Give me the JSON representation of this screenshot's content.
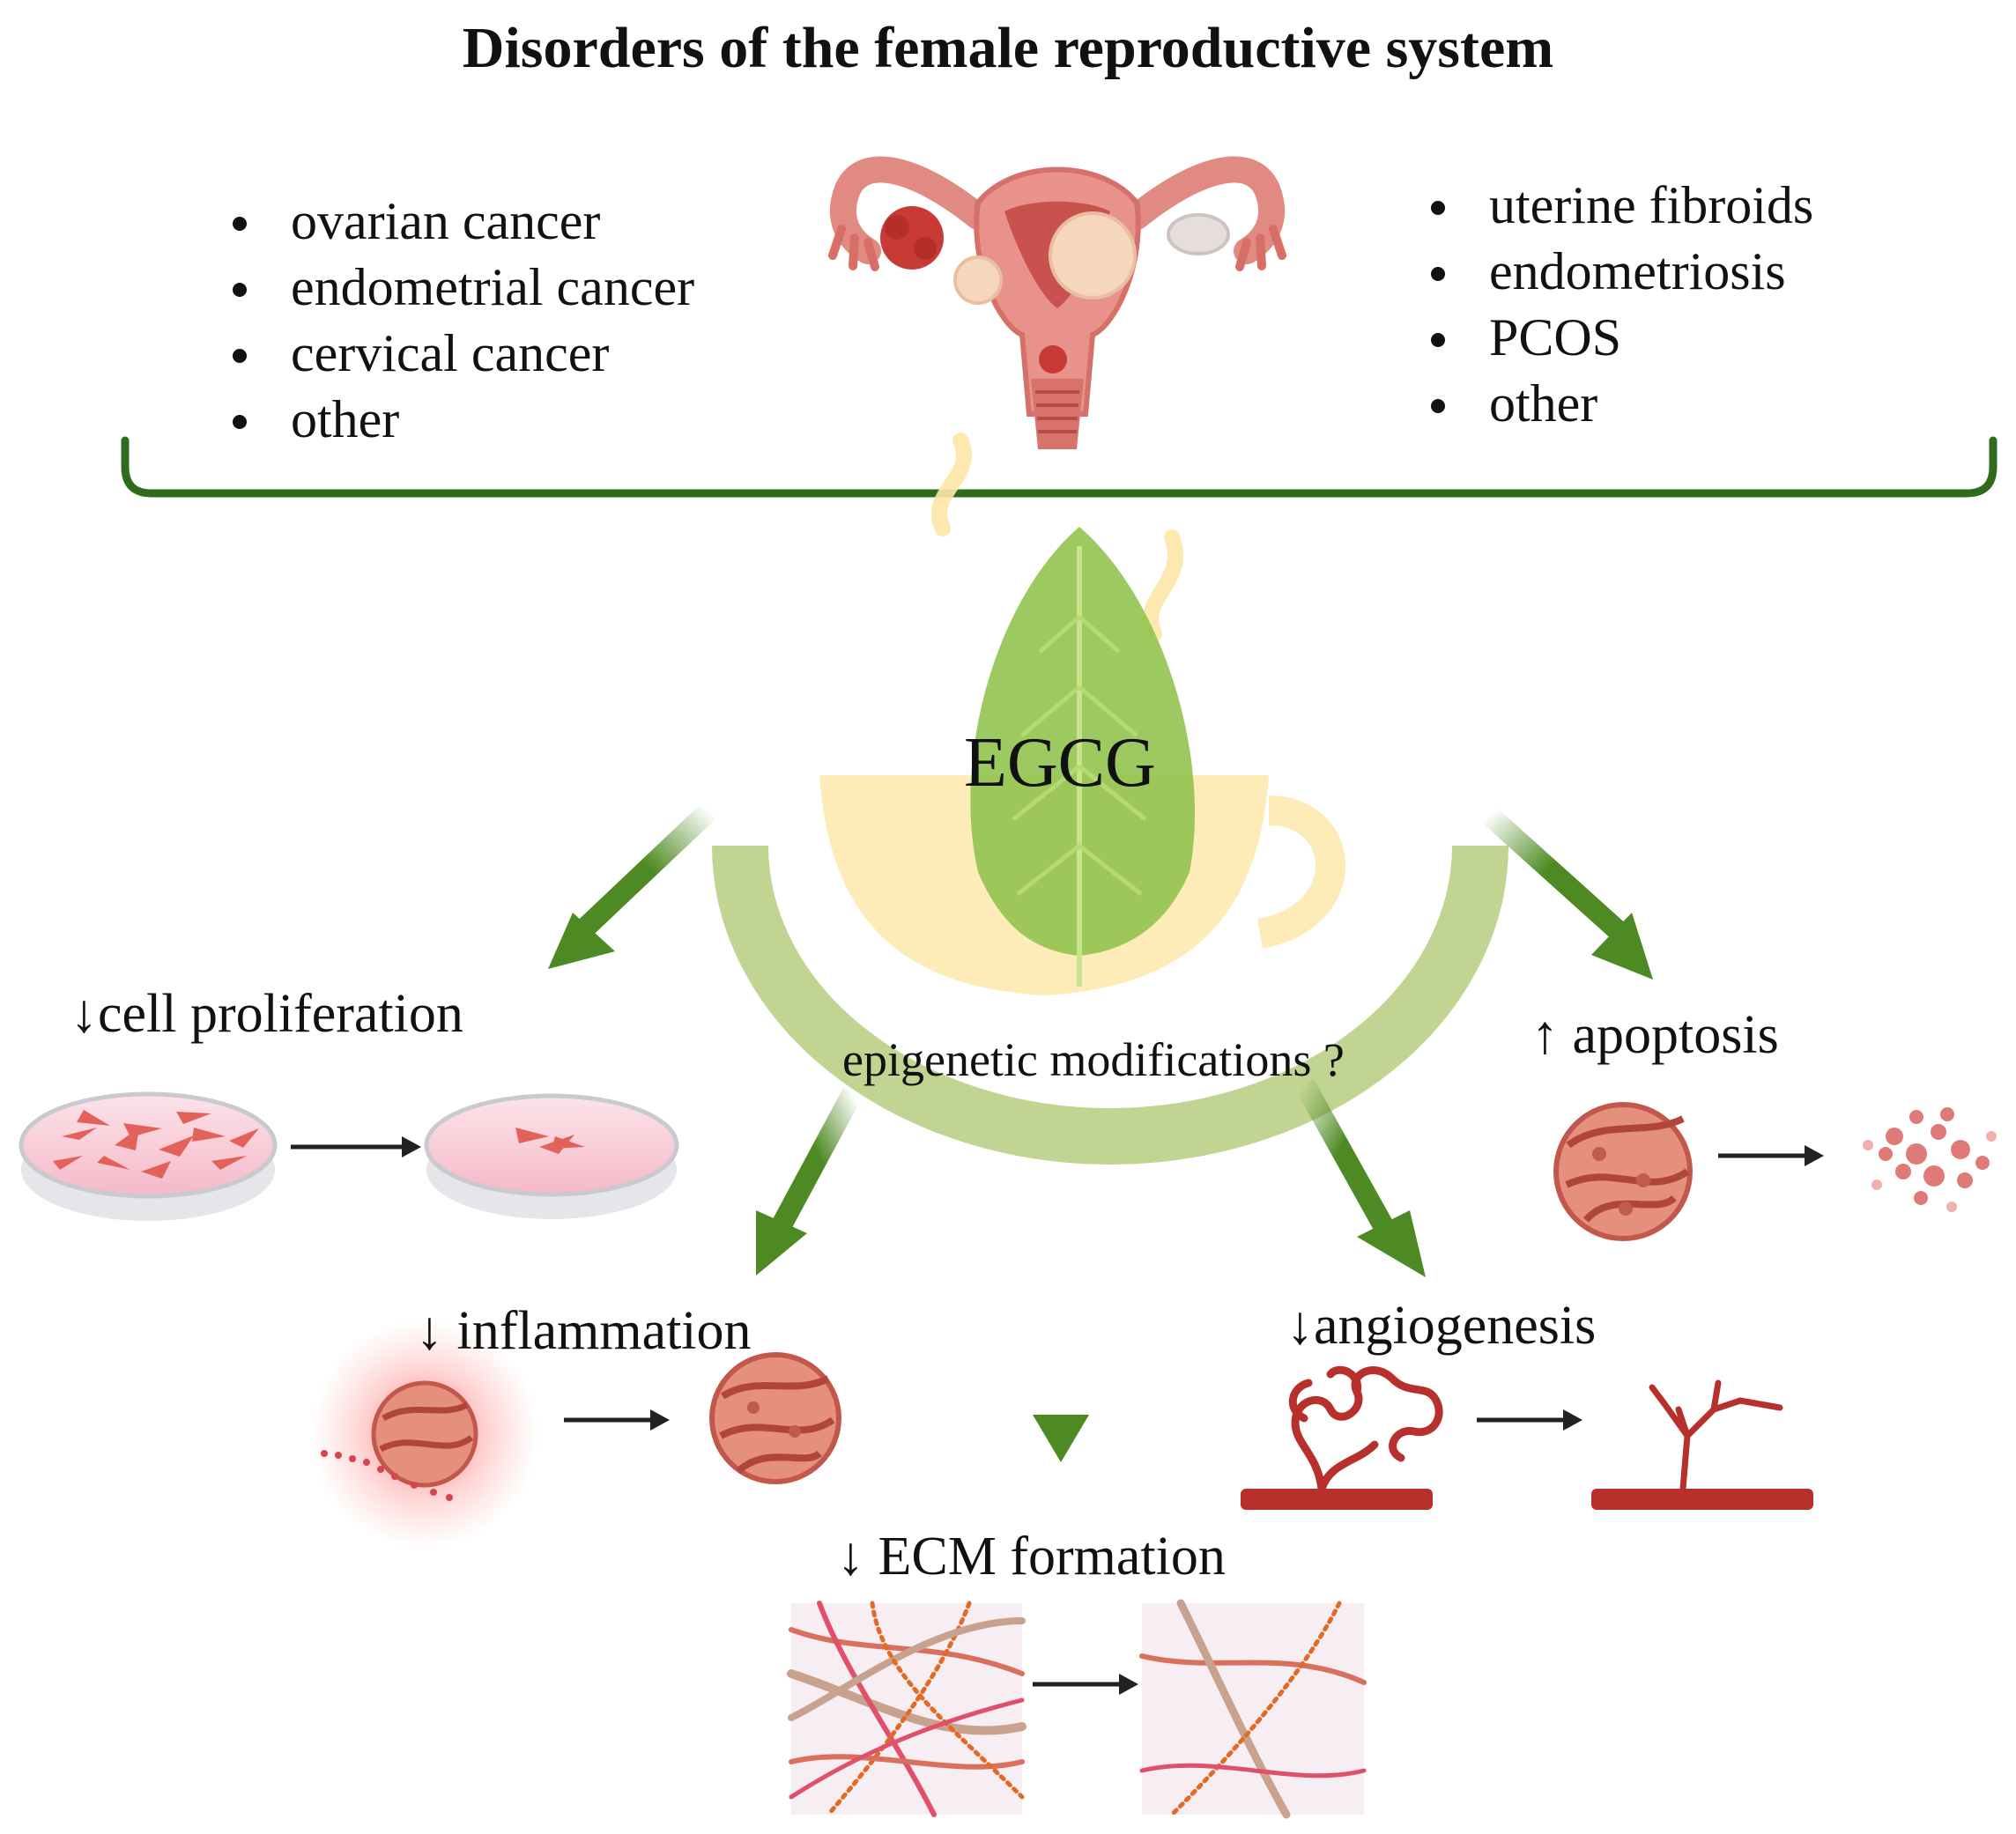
{
  "title": "Disorders of the female reproductive system",
  "disorders_left": [
    "ovarian cancer",
    "endometrial cancer",
    "cervical cancer",
    "other"
  ],
  "disorders_right": [
    "uterine fibroids",
    "endometriosis",
    "PCOS",
    "other"
  ],
  "center": {
    "compound": "EGCG",
    "mechanism": "epigenetic modifications ?"
  },
  "effects": {
    "cell_proliferation": "↓cell proliferation",
    "apoptosis": "↑ apoptosis",
    "inflammation": "↓ inflammation",
    "angiogenesis": "↓angiogenesis",
    "ecm_formation": "↓ ECM formation"
  },
  "colors": {
    "bracket": "#2f6b1c",
    "arrow": "#4e8a23",
    "arc": "#b7cc7e",
    "leaf": "#8fc24b",
    "cup": "#fde7a6",
    "cell": "#e07a6a",
    "vessel": "#b8302c"
  }
}
